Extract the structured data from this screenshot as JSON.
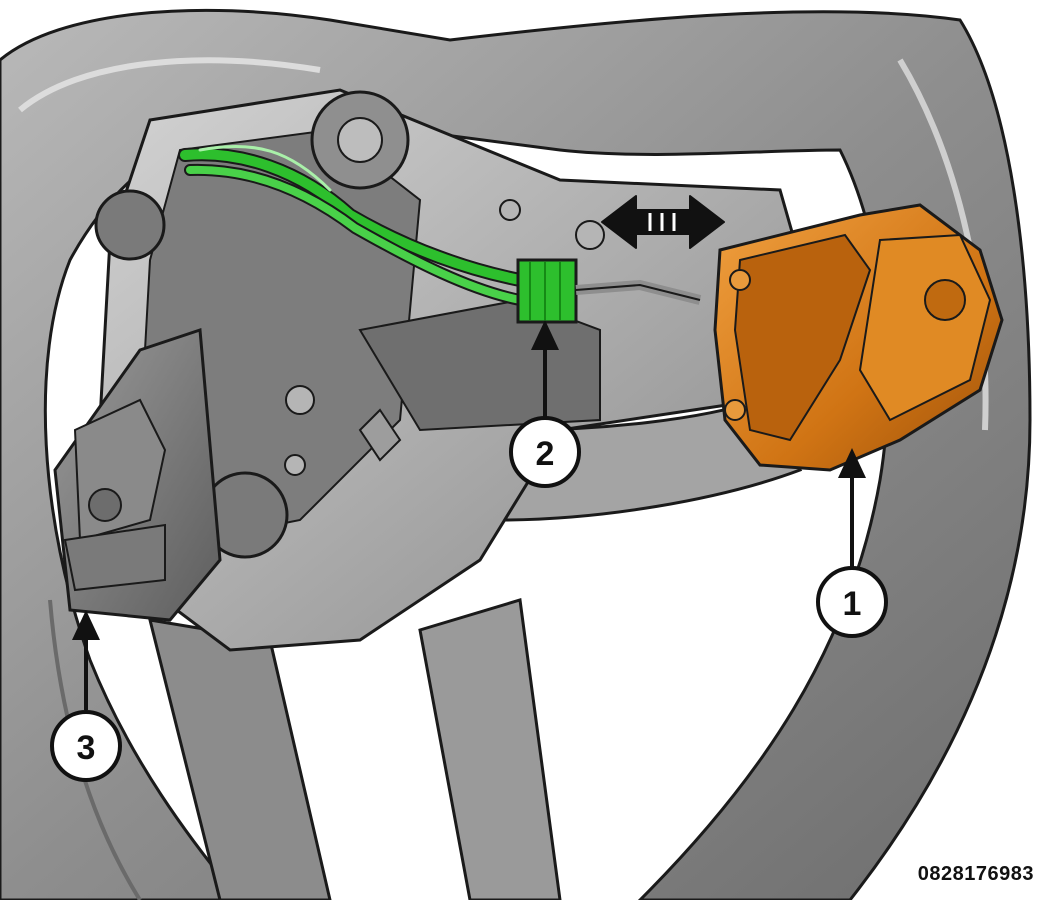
{
  "figure": {
    "id_label": "0828176983",
    "callouts": [
      {
        "number": "1",
        "part": "right-switch-module"
      },
      {
        "number": "2",
        "part": "wire-connector"
      },
      {
        "number": "3",
        "part": "left-switch-module"
      }
    ],
    "direction_indicator": "double-headed-arrow"
  },
  "colors": {
    "background": "#ffffff",
    "wheel_gray": "#9b9b9b",
    "wheel_dark": "#6e6e6e",
    "wheel_light": "#c9c9c9",
    "switch_orange": "#d67a14",
    "connector_green": "#2dbf2d",
    "outline": "#1a1a1a"
  }
}
